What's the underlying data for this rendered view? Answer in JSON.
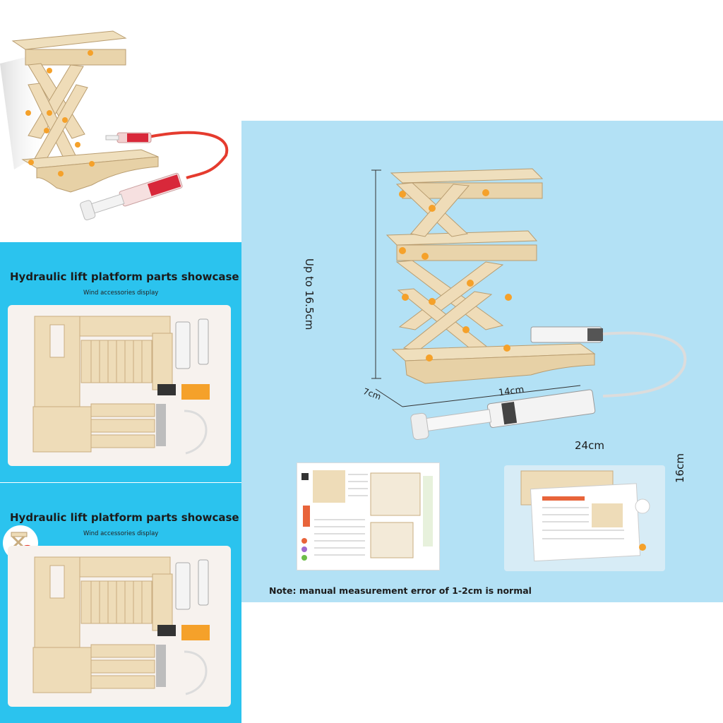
{
  "panels": [
    {
      "title": "Hydraulic lift platform parts showcase",
      "subtitle": "Wind accessories display"
    },
    {
      "title": "Hydraulic lift platform parts showcase",
      "subtitle": "Wind accessories display"
    }
  ],
  "dimensions": {
    "height_label": "Up to 16.5cm",
    "depth_label": "7cm",
    "width_label": "14cm",
    "syringe_length_label": "24cm",
    "package_height_label": "16cm"
  },
  "note": "Note: manual measurement error of 1-2cm is normal",
  "colors": {
    "cyan_panel": "#2bc3ee",
    "blue_panel": "#b3e1f5",
    "wood": "#eedcb8",
    "pin_orange": "#f5a12a",
    "liquid_red": "#d8283a"
  }
}
